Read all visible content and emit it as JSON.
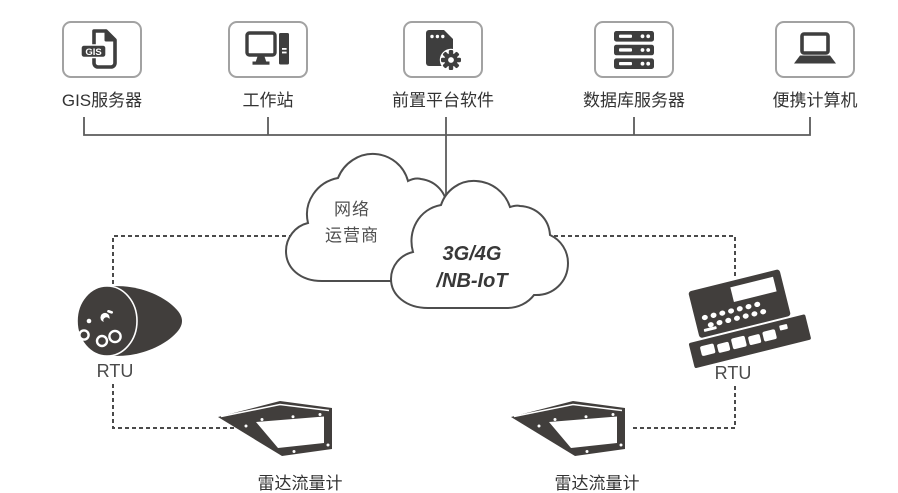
{
  "diagram": {
    "nodes": [
      {
        "label": "GIS服务器",
        "icon": "gis-file-icon",
        "badge": "GIS"
      },
      {
        "label": "工作站",
        "icon": "workstation-icon"
      },
      {
        "label": "前置平台软件",
        "icon": "sim-gear-icon"
      },
      {
        "label": "数据库服务器",
        "icon": "database-server-icon"
      },
      {
        "label": "便携计算机",
        "icon": "laptop-icon"
      }
    ],
    "clouds": {
      "operator": {
        "line1": "网络",
        "line2": "运营商"
      },
      "cellular": {
        "line1": "3G/4G",
        "line2": "/NB-IoT"
      }
    },
    "field_devices": {
      "rtu_left": {
        "label": "RTU",
        "icon": "cylindrical-rtu-icon"
      },
      "rtu_right": {
        "label": "RTU",
        "icon": "keypad-rtu-icon"
      },
      "flowmeter_left": {
        "label": "雷达流量计",
        "icon": "radar-flowmeter-icon"
      },
      "flowmeter_right": {
        "label": "雷达流量计",
        "icon": "radar-flowmeter-icon"
      }
    },
    "colors": {
      "device_fill": "#413e3c",
      "icon_fill": "#3e3e3e",
      "solid_line": "#5b5b5b",
      "dashed_line": "#4a4a4a",
      "cloud_stroke": "#4d4d4d",
      "box_border": "#a2a2a2",
      "label_text": "#333333"
    }
  }
}
